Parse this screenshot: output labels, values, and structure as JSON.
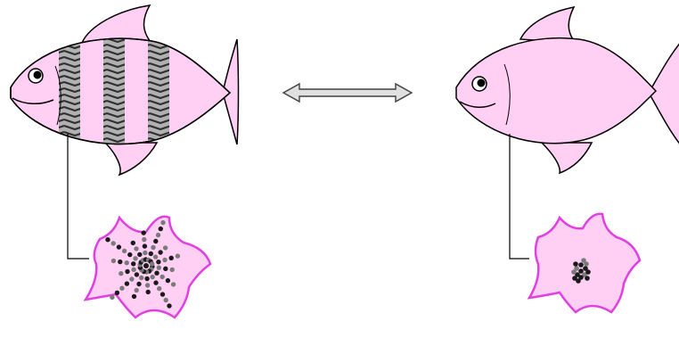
{
  "colors": {
    "fish_body": "#ffd0f4",
    "fish_outline": "#000000",
    "stripe": "#303030",
    "cell_outline": "#e040e0",
    "cell_fill": "#ffd0f4",
    "pigment_dark": "#1a1a1a",
    "pigment_grey": "#7a7a7a",
    "arrow_fill": "#e0e0e0",
    "arrow_outline": "#404040"
  },
  "left_fish": {
    "pattern": "striped",
    "stripe_count": 3,
    "pigment_state": "dispersed"
  },
  "right_fish": {
    "pattern": "plain",
    "pigment_state": "aggregated"
  },
  "arrow": {
    "direction": "bidirectional"
  },
  "icons": [
    "striped-fish-icon",
    "plain-fish-icon",
    "double-arrow-icon",
    "dispersed-melanophore-icon",
    "aggregated-melanophore-icon"
  ]
}
